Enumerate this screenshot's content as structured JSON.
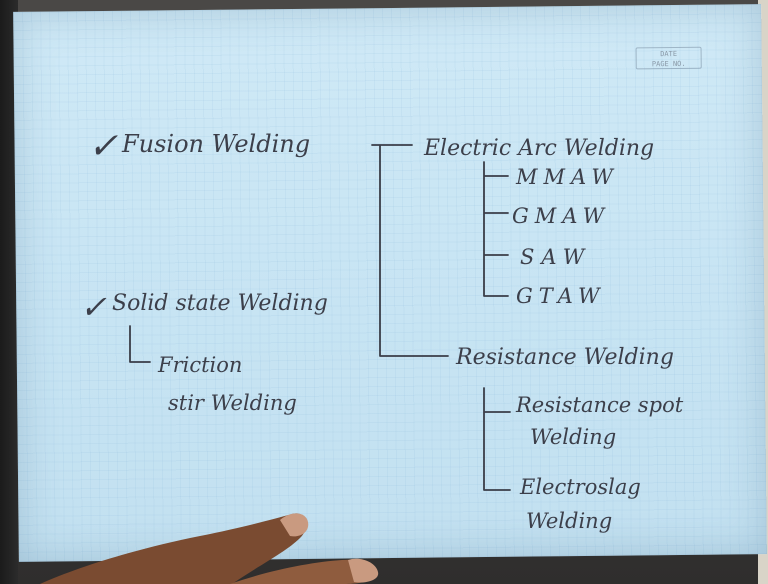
{
  "notes": {
    "fusion": {
      "label": "Fusion Welding",
      "check": "✓"
    },
    "electric_arc": {
      "label": "Electric Arc Welding",
      "items": [
        "MMAW",
        "GMAW",
        "SAW",
        "GTAW"
      ]
    },
    "solid_state": {
      "label": "Solid state Welding",
      "check": "✓",
      "child": {
        "line1": "Friction",
        "line2": "stir Welding"
      }
    },
    "resistance": {
      "label": "Resistance Welding",
      "children": [
        {
          "line1": "Resistance spot",
          "line2": "Welding"
        },
        {
          "line1": "Electroslag",
          "line2": "Welding"
        }
      ]
    },
    "stamp": {
      "line1": "DATE",
      "line2": "PAGE NO."
    }
  },
  "colors": {
    "paper": "#c7e4f3",
    "ink": "#3c3f4a",
    "skin": "#8a5a3c"
  }
}
